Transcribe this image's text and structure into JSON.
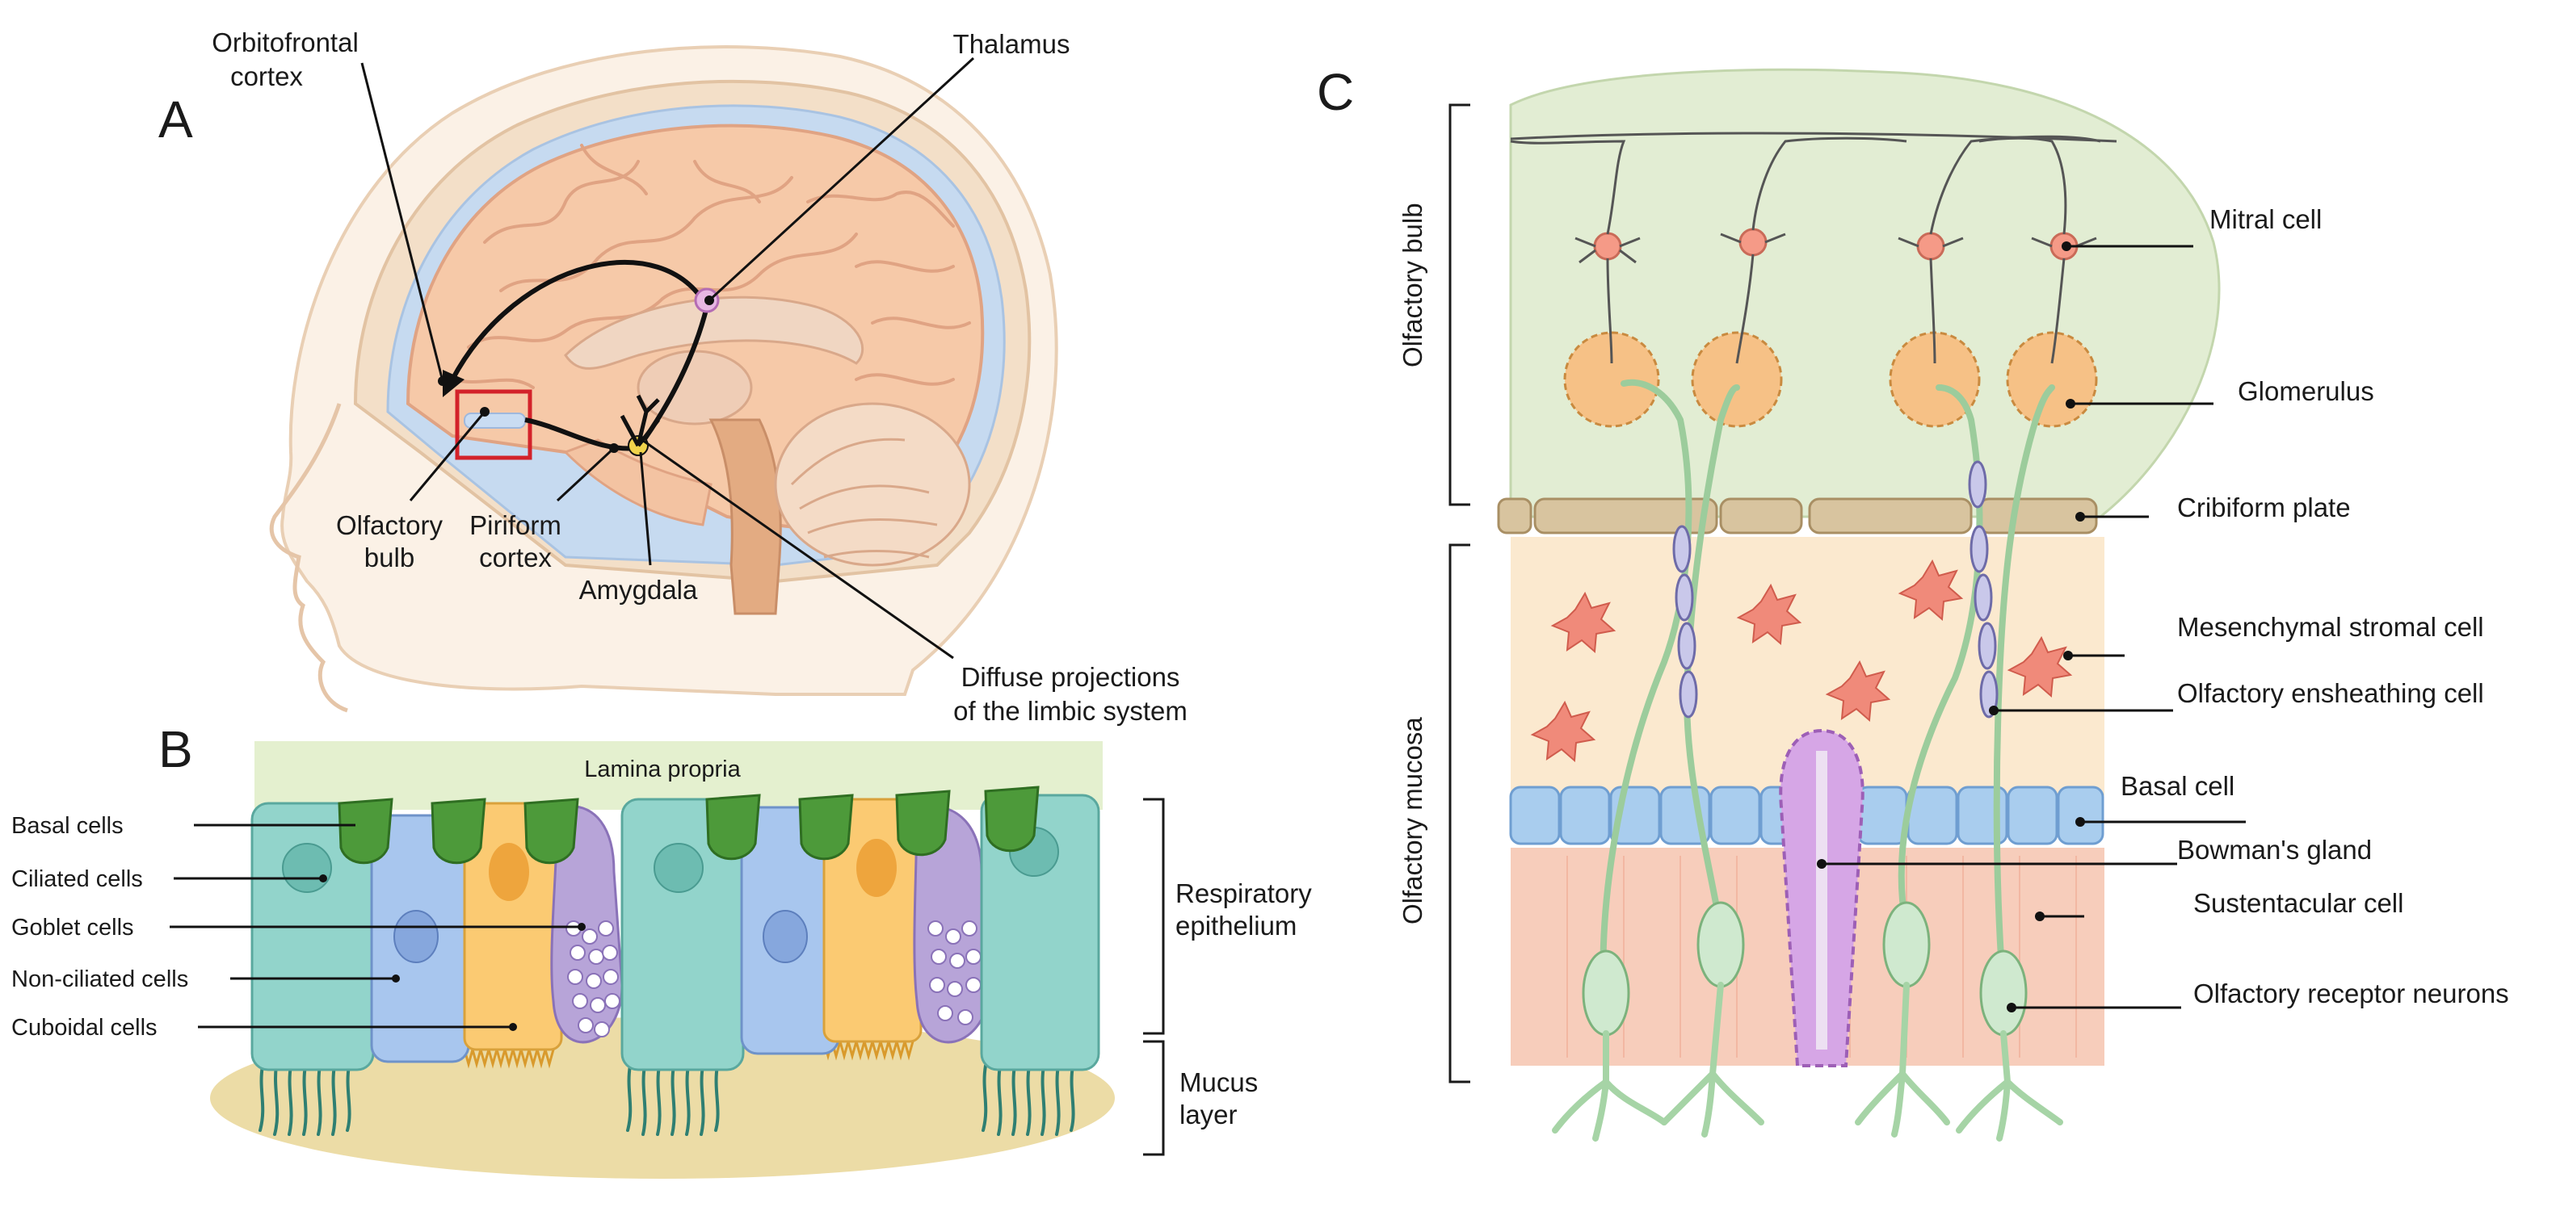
{
  "panels": {
    "a": "A",
    "b": "B",
    "c": "C"
  },
  "panel_a": {
    "orbitofrontal_line1": "Orbitofrontal",
    "orbitofrontal_line2": "cortex",
    "thalamus": "Thalamus",
    "olfactory_bulb_line1": "Olfactory",
    "olfactory_bulb_line2": "bulb",
    "piriform_line1": "Piriform",
    "piriform_line2": "cortex",
    "amygdala": "Amygdala",
    "diffuse_line1": "Diffuse projections",
    "diffuse_line2": "of the limbic system"
  },
  "panel_b": {
    "lamina_propria": "Lamina propria",
    "basal_cells": "Basal cells",
    "ciliated_cells": "Ciliated cells",
    "goblet_cells": "Goblet cells",
    "non_ciliated_cells": "Non-ciliated cells",
    "cuboidal_cells": "Cuboidal cells",
    "respiratory_line1": "Respiratory",
    "respiratory_line2": "epithelium",
    "mucus_line1": "Mucus",
    "mucus_line2": "layer"
  },
  "panel_c": {
    "olfactory_bulb": "Olfactory bulb",
    "olfactory_mucosa": "Olfactory mucosa",
    "mitral_cell": "Mitral cell",
    "glomerulus": "Glomerulus",
    "cribiform_plate": "Cribiform plate",
    "mesenchymal": "Mesenchymal stromal cell",
    "ensheathing": "Olfactory ensheathing cell",
    "basal_cell": "Basal cell",
    "bowmans_gland": "Bowman's gland",
    "sustentacular": "Sustentacular cell",
    "receptor_neurons": "Olfactory receptor neurons"
  },
  "colors": {
    "brain": "#f6c9a8",
    "brain_fold": "#e0a383",
    "csf": "#c6daf0",
    "skull": "#f3dfc8",
    "lamina": "#e4f0cf",
    "mucus": "#ecdca6",
    "ciliated": "#92d4cb",
    "non_ciliated": "#a8c6ee",
    "cuboidal": "#fbca72",
    "goblet": "#b7a4d8",
    "basal": "#4d9a3a",
    "bulb": "#e2edd3",
    "glomerulus": "#f6c186",
    "plate": "#d8c49f",
    "mucosa": "#fbe9cf",
    "stromal": "#f08a7a",
    "basal_c": "#a9cdee",
    "sustentacular": "#f7cdbb",
    "neuron": "#cfe9cf",
    "gland": "#d6a6e6",
    "highlight_box": "#d3222a"
  }
}
